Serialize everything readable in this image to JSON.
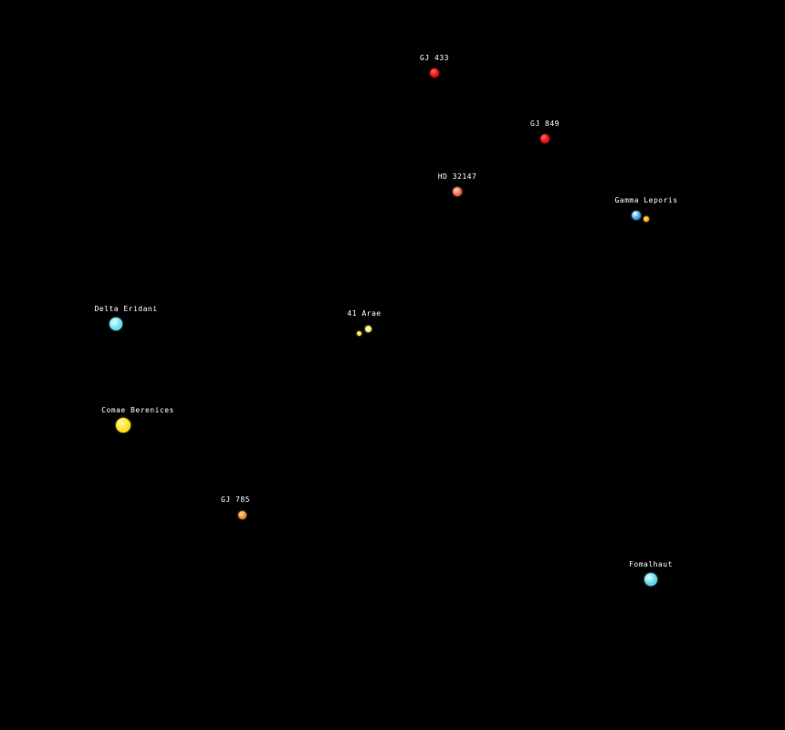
{
  "stars": [
    {
      "name": "GJ 433",
      "bodies": [
        {
          "color": "#e01010",
          "highlight": "#ff6a6a",
          "r": 5
        }
      ]
    },
    {
      "name": "GJ 849",
      "bodies": [
        {
          "color": "#e01010",
          "highlight": "#ff6a6a",
          "r": 5
        }
      ]
    },
    {
      "name": "HD 32147",
      "bodies": [
        {
          "color": "#e86a4a",
          "highlight": "#ffd0c0",
          "r": 5
        }
      ]
    },
    {
      "name": "Gamma Leporis",
      "bodies": [
        {
          "color": "#3aa0e0",
          "highlight": "#ffffff",
          "r": 5
        },
        {
          "color": "#ffbb00",
          "highlight": "#ffe070",
          "r": 3
        }
      ]
    },
    {
      "name": "Delta Eridani",
      "bodies": [
        {
          "color": "#6ee0e8",
          "highlight": "#d8ffff",
          "r": 7
        }
      ]
    },
    {
      "name": "41 Arae",
      "bodies": [
        {
          "color": "#fff070",
          "highlight": "#ffffd0",
          "r": 3.5
        },
        {
          "color": "#ffe040",
          "highlight": "#ffffa0",
          "r": 2.5
        }
      ]
    },
    {
      "name": "Comae Berenices",
      "bodies": [
        {
          "color": "#ffe020",
          "highlight": "#fffab0",
          "r": 8
        }
      ]
    },
    {
      "name": "GJ 785",
      "bodies": [
        {
          "color": "#e8902a",
          "highlight": "#ffd9a0",
          "r": 4.5
        }
      ]
    },
    {
      "name": "Fomalhaut",
      "bodies": [
        {
          "color": "#5ed8e8",
          "highlight": "#e0ffff",
          "r": 7
        }
      ]
    }
  ]
}
